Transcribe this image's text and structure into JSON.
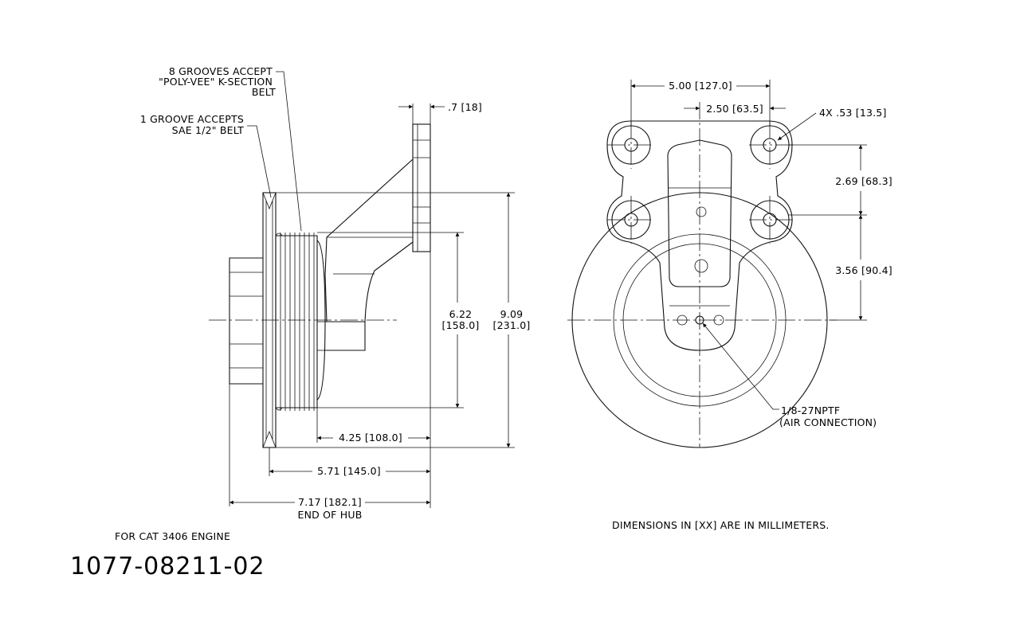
{
  "annotations": {
    "grooves8_line1": "8 GROOVES ACCEPT",
    "grooves8_line2": "\"POLY-VEE\" K-SECTION",
    "grooves8_line3": "BELT",
    "groove1_line1": "1 GROOVE ACCEPTS",
    "groove1_line2": "SAE 1/2\" BELT",
    "npt_line1": "1/8-27NPTF",
    "npt_line2": "(AIR CONNECTION)",
    "engine_note": "FOR CAT 3406 ENGINE",
    "units_note": "DIMENSIONS IN [XX] ARE IN MILLIMETERS.",
    "part_number": "1077-08211-02"
  },
  "dimensions": {
    "bracket_thickness": ".7 [18]",
    "pulley_dia_1": "6.22",
    "pulley_dia_1_mm": "[158.0]",
    "overall_height": "9.09",
    "overall_height_mm": "[231.0]",
    "len_425": "4.25 [108.0]",
    "len_571": "5.71 [145.0]",
    "len_717": "7.17 [182.1]",
    "end_of_hub": "END OF HUB",
    "width_500": "5.00 [127.0]",
    "width_250": "2.50 [63.5]",
    "holes": "4X .53 [13.5]",
    "vert_269": "2.69 [68.3]",
    "vert_356": "3.56 [90.4]"
  }
}
